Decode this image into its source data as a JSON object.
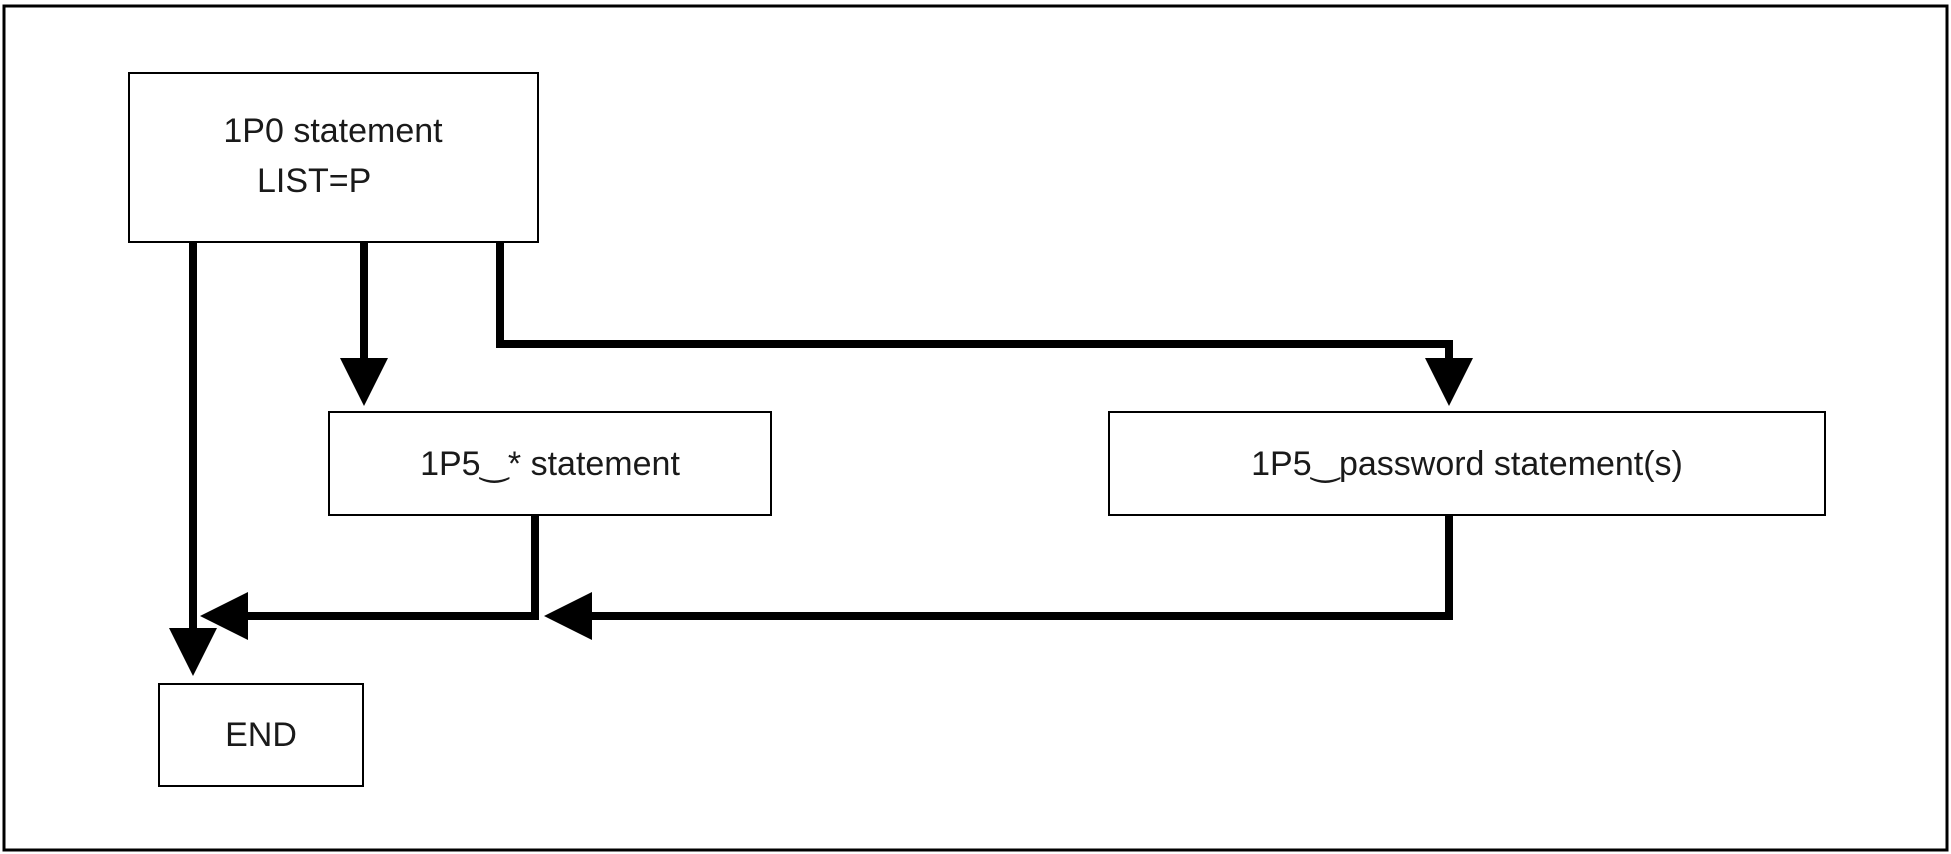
{
  "diagram": {
    "type": "flowchart",
    "line_color": "#000000",
    "box_fill": "#ffffff",
    "nodes": {
      "start": {
        "line1": "1P0 statement",
        "line2": "LIST=P"
      },
      "star": {
        "label": "1P5‿* statement"
      },
      "password": {
        "label": "1P5‿password statement(s)"
      },
      "end": {
        "label": "END"
      }
    },
    "edges": [
      {
        "from": "start",
        "to": "end"
      },
      {
        "from": "start",
        "to": "star"
      },
      {
        "from": "start",
        "to": "password"
      },
      {
        "from": "star",
        "to": "end"
      },
      {
        "from": "password",
        "to": "end"
      }
    ]
  }
}
